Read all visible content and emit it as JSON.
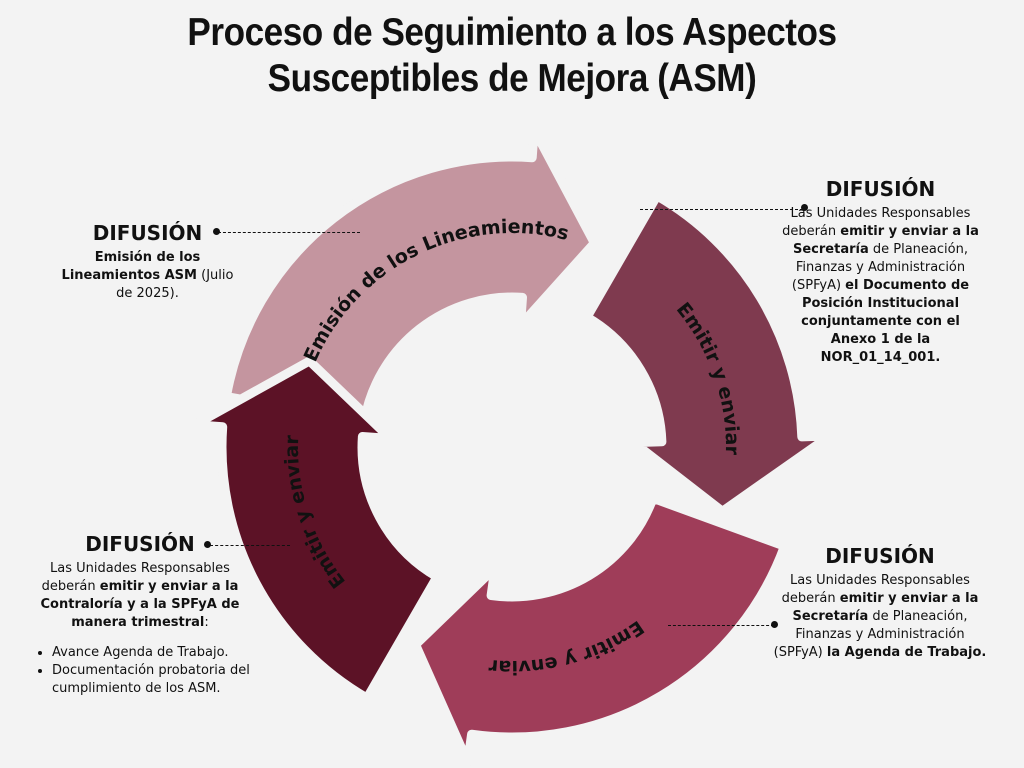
{
  "title": {
    "line1": "Proceso de Seguimiento a los Aspectos",
    "line2": "Susceptibles de Mejora (ASM)"
  },
  "cycle": {
    "colors": {
      "stage1": "#c4959f",
      "stage2": "#7f3a4f",
      "stage3": "#9f3d59",
      "stage4": "#5c1226"
    },
    "stages": [
      {
        "label": "Emisión de los Lineamientos"
      },
      {
        "label": "Emitir y enviar"
      },
      {
        "label": "Emitir y enviar"
      },
      {
        "label": "Emitir y enviar"
      }
    ]
  },
  "blocks": {
    "top_left": {
      "heading": "DIFUSIÓN",
      "runs": [
        {
          "text": "Emisión de los Lineamientos ASM",
          "bold": true
        },
        {
          "text": " (Julio de 2025).",
          "bold": false
        }
      ]
    },
    "top_right": {
      "heading": "DIFUSIÓN",
      "runs": [
        {
          "text": "Las Unidades Responsables deberán ",
          "bold": false
        },
        {
          "text": "emitir y enviar a la Secretaría",
          "bold": true
        },
        {
          "text": " de Planeación, Finanzas y Administración (SPFyA) ",
          "bold": false
        },
        {
          "text": "el Documento de Posición Institucional conjuntamente con el Anexo 1 de la NOR_01_14_001.",
          "bold": true
        }
      ]
    },
    "bottom_right": {
      "heading": "DIFUSIÓN",
      "runs": [
        {
          "text": "Las Unidades Responsables deberán ",
          "bold": false
        },
        {
          "text": "emitir y enviar a la Secretaría",
          "bold": true
        },
        {
          "text": " de Planeación, Finanzas y Administración (SPFyA) ",
          "bold": false
        },
        {
          "text": "la Agenda de Trabajo.",
          "bold": true
        }
      ]
    },
    "bottom_left": {
      "heading": "DIFUSIÓN",
      "runs": [
        {
          "text": "Las Unidades Responsables deberán ",
          "bold": false
        },
        {
          "text": "emitir y enviar a la Contraloría y a la SPFyA  de manera trimestral",
          "bold": true
        },
        {
          "text": ":",
          "bold": false
        }
      ],
      "bullets": [
        "Avance Agenda de Trabajo.",
        "Documentación probatoria del cumplimiento de los ASM."
      ]
    }
  }
}
